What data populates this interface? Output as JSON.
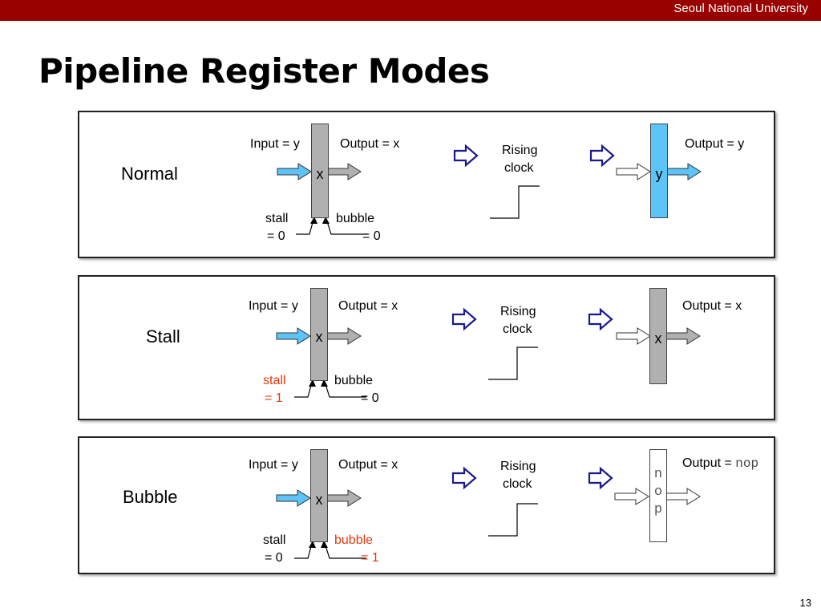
{
  "header": {
    "university": "Seoul National University"
  },
  "slide": {
    "title": "Pipeline Register Modes",
    "number": "13"
  },
  "colors": {
    "bar": "#990000",
    "register": "#b0b0b0",
    "register_new": "#5cc4f8",
    "highlight": "#e8350e",
    "transition_arrow": "#1a1a8c"
  },
  "panels": [
    {
      "mode": "Normal",
      "input_label": "Input = y",
      "output_label": "Output = x",
      "reg_value": "x",
      "stall_label": "stall",
      "stall_value": "= 0",
      "bubble_label": "bubble",
      "bubble_value": "= 0",
      "clock_line1": "Rising",
      "clock_line2": "clock",
      "result_output": "Output = y",
      "result_value": "y"
    },
    {
      "mode": "Stall",
      "input_label": "Input = y",
      "output_label": "Output = x",
      "reg_value": "x",
      "stall_label": "stall",
      "stall_value": "= 1",
      "bubble_label": "bubble",
      "bubble_value": "= 0",
      "clock_line1": "Rising",
      "clock_line2": "clock",
      "result_output": "Output = x",
      "result_value": "x"
    },
    {
      "mode": "Bubble",
      "input_label": "Input = y",
      "output_label": "Output = x",
      "reg_value": "x",
      "stall_label": "stall",
      "stall_value": "= 0",
      "bubble_label": "bubble",
      "bubble_value": "= 1",
      "clock_line1": "Rising",
      "clock_line2": "clock",
      "result_output_prefix": "Output = ",
      "result_output_code": "nop",
      "result_chars": [
        "n",
        "o",
        "p"
      ]
    }
  ]
}
